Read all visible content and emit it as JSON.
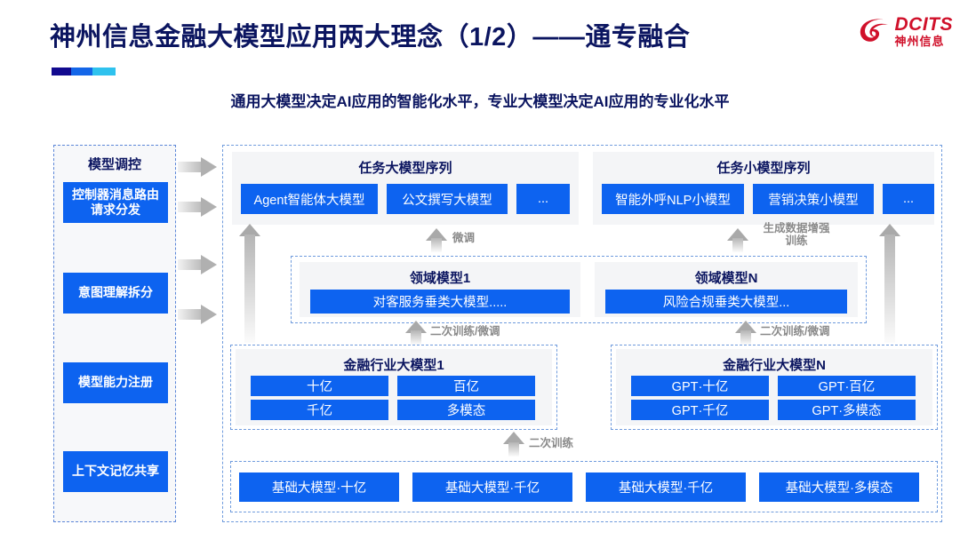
{
  "header": {
    "title": "神州信息金融大模型应用两大理念（1/2）——通专融合",
    "subtitle": "通用大模型决定AI应用的智能化水平，专业大模型决定AI应用的专业化水平",
    "logo": {
      "en": "DCITS",
      "cn": "神州信息",
      "mark": "dcits-swirl-logo",
      "color": "#d0102a"
    },
    "accent_colors": [
      "#120a8f",
      "#1466e8",
      "#2fc2ee"
    ]
  },
  "sidebar": {
    "title": "模型调控",
    "items": [
      {
        "label": "控制器消息路由请求分发"
      },
      {
        "label": "意图理解拆分"
      },
      {
        "label": "模型能力注册"
      },
      {
        "label": "上下文记忆共享"
      }
    ]
  },
  "main": {
    "task_large": {
      "title": "任务大模型序列",
      "chips": [
        "Agent智能体大模型",
        "公文撰写大模型",
        "..."
      ]
    },
    "task_small": {
      "title": "任务小模型序列",
      "chips": [
        "智能外呼NLP小模型",
        "营销决策小模型",
        "..."
      ]
    },
    "domain_models": [
      {
        "title": "领域模型1",
        "chip": "对客服务垂类大模型....."
      },
      {
        "title": "领域模型N",
        "chip": "风险合规垂类大模型..."
      }
    ],
    "industry_models": [
      {
        "title": "金融行业大模型1",
        "chips": [
          "十亿",
          "百亿",
          "千亿",
          "多模态"
        ]
      },
      {
        "title": "金融行业大模型N",
        "chips": [
          "GPT·十亿",
          "GPT·百亿",
          "GPT·千亿",
          "GPT·多模态"
        ]
      }
    ],
    "base_models": [
      "基础大模型·十亿",
      "基础大模型·千亿",
      "基础大模型·千亿",
      "基础大模型·多模态"
    ],
    "arrow_labels": {
      "fine_tune": "微调",
      "data_augment": "生成数据增强\n训练",
      "data_augment_l1": "生成数据增强",
      "data_augment_l2": "训练",
      "retrain_left": "二次训练/微调",
      "retrain_right": "二次训练/微调",
      "retrain_base": "二次训练"
    }
  },
  "colors": {
    "brand_blue": "#0d63f0",
    "deep_navy": "#0b1560",
    "card_grey": "#f4f5f7",
    "dash_border": "#6f9bdd",
    "arrow_grey": "#a9a9a9"
  }
}
